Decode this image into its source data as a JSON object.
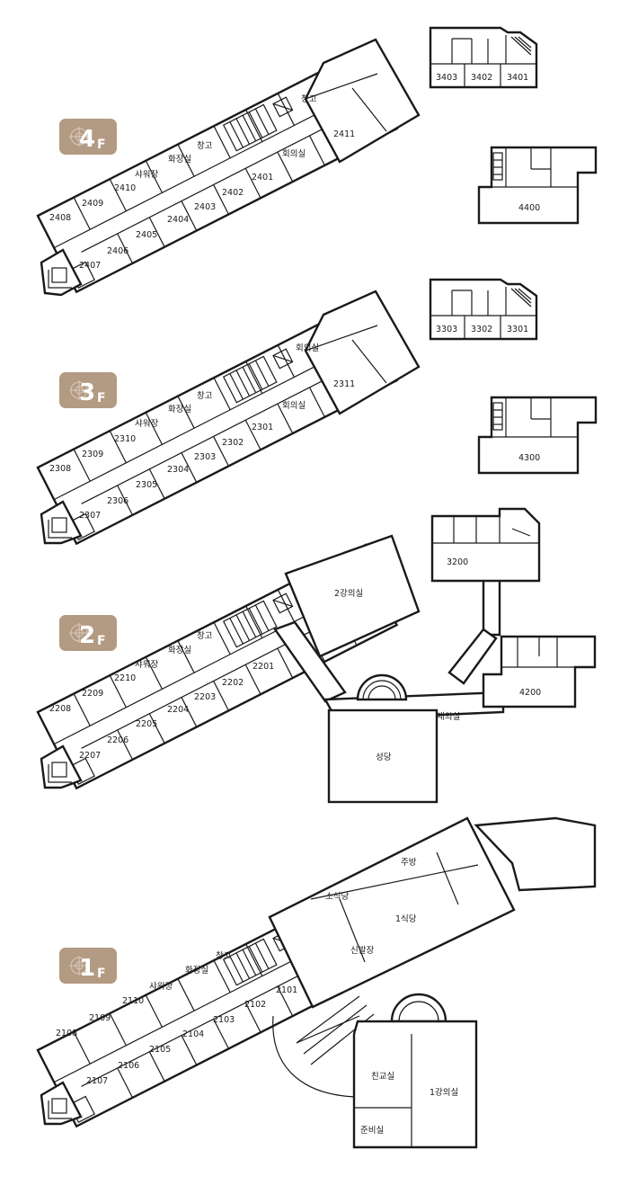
{
  "floors": [
    {
      "id": "4F",
      "badge_number": "4",
      "badge_suffix": "F"
    },
    {
      "id": "3F",
      "badge_number": "3",
      "badge_suffix": "F"
    },
    {
      "id": "2F",
      "badge_number": "2",
      "badge_suffix": "F"
    },
    {
      "id": "1F",
      "badge_number": "1",
      "badge_suffix": "F"
    }
  ],
  "rooms": {
    "f4": {
      "r2401": "2401",
      "r2402": "2402",
      "r2403": "2403",
      "r2404": "2404",
      "r2405": "2405",
      "r2406": "2406",
      "r2407": "2407",
      "r2408": "2408",
      "r2409": "2409",
      "r2410": "2410",
      "r2411": "2411",
      "shower": "샤워장",
      "restroom": "화장실",
      "storage1": "창고",
      "storage2": "창고",
      "meeting": "회의실",
      "r3403": "3403",
      "r3402": "3402",
      "r3401": "3401",
      "r4400": "4400"
    },
    "f3": {
      "r2301": "2301",
      "r2302": "2302",
      "r2303": "2303",
      "r2304": "2304",
      "r2305": "2305",
      "r2306": "2306",
      "r2307": "2307",
      "r2308": "2308",
      "r2309": "2309",
      "r2310": "2310",
      "r2311": "2311",
      "shower": "샤워장",
      "restroom": "화장실",
      "storage": "창고",
      "meeting1": "회의실",
      "meeting2": "회의실",
      "r3303": "3303",
      "r3302": "3302",
      "r3301": "3301",
      "r4300": "4300"
    },
    "f2": {
      "r2201": "2201",
      "r2202": "2202",
      "r2203": "2203",
      "r2204": "2204",
      "r2205": "2205",
      "r2206": "2206",
      "r2207": "2207",
      "r2208": "2208",
      "r2209": "2209",
      "r2210": "2210",
      "shower": "샤워장",
      "restroom": "화장실",
      "storage": "창고",
      "lecture2": "2강의실",
      "r3200": "3200",
      "r4200": "4200",
      "chapel": "성당",
      "meeting": "제의실"
    },
    "f1": {
      "r2101": "2101",
      "r2102": "2102",
      "r2103": "2103",
      "r2104": "2104",
      "r2105": "2105",
      "r2106": "2106",
      "r2107": "2107",
      "r2108": "2108",
      "r2109": "2109",
      "r2110": "2110",
      "shower": "샤워장",
      "restroom": "화장실",
      "storage": "창고",
      "kitchen": "주방",
      "small_dining": "소식당",
      "dining1": "1식당",
      "shoe_room": "신발장",
      "fellowship": "친교실",
      "lecture1": "1강의실",
      "prep": "준비실"
    }
  }
}
